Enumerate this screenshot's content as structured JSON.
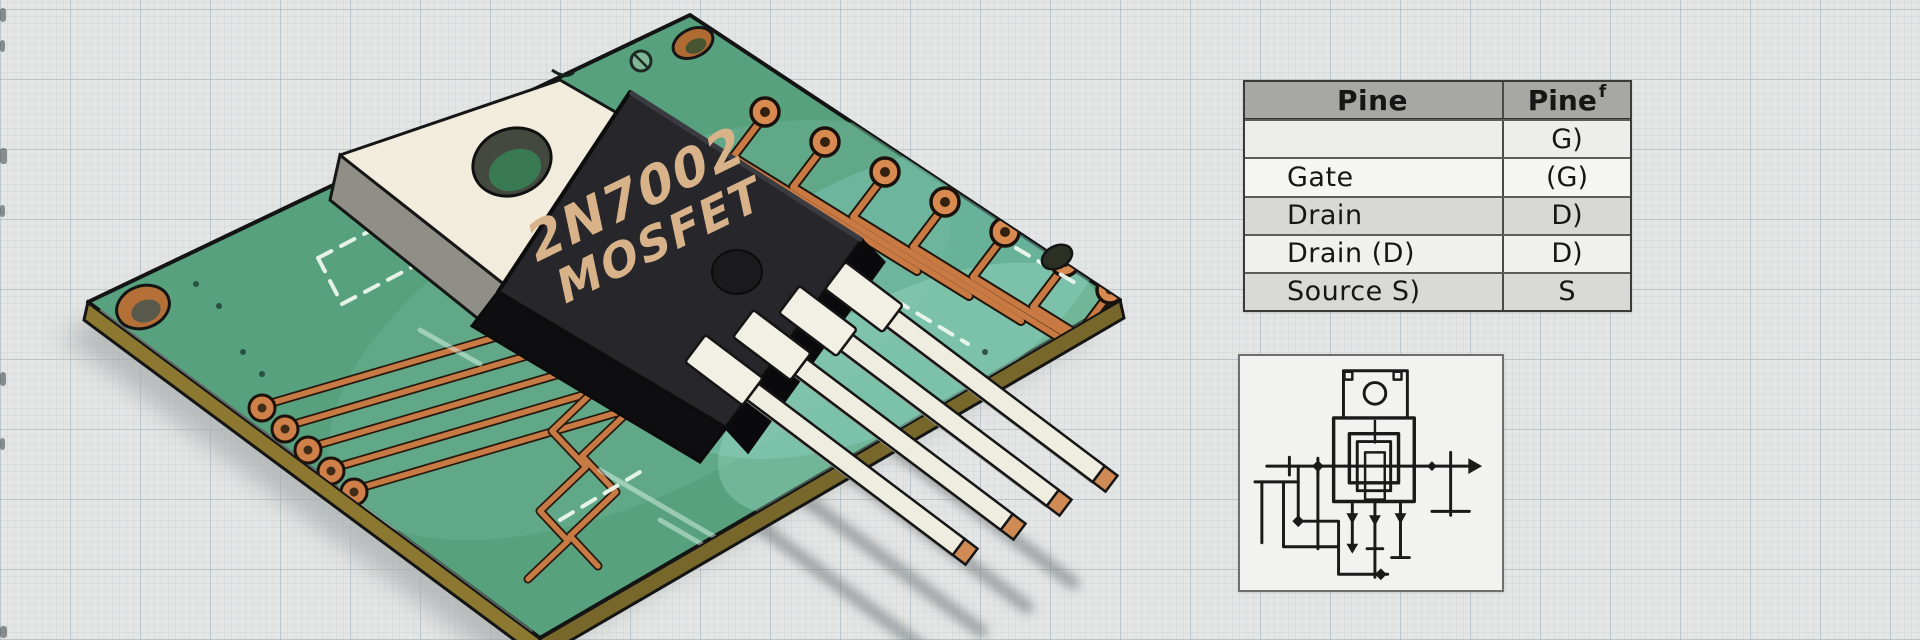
{
  "scene": {
    "package_marking_line1": "2N7002",
    "package_marking_line2": "MOSFET"
  },
  "pin_table": {
    "headers": [
      {
        "text": "Pine",
        "sup": ""
      },
      {
        "text": "Pine",
        "sup": "f"
      }
    ],
    "rows": [
      {
        "name": "",
        "pin": "G)"
      },
      {
        "name": "Gate",
        "pin": "(G)"
      },
      {
        "name": "Drain",
        "pin": "D)"
      },
      {
        "name": "Drain (D)",
        "pin": "D)"
      },
      {
        "name": "Source S)",
        "pin": "S"
      }
    ]
  },
  "colors": {
    "paper": "#e4e6e5",
    "pcb_green": "#57a17f",
    "pcb_tint_teal": "#79c4b4",
    "pcb_edge_olive": "#8c7830",
    "copper": "#c87a44",
    "package_black": "#27272b",
    "marking_gold": "#d8b38a",
    "tab_cream": "#f2ecdd",
    "table_header_gray": "#a7a7a5",
    "schematic_ink": "#1a1a1a"
  }
}
